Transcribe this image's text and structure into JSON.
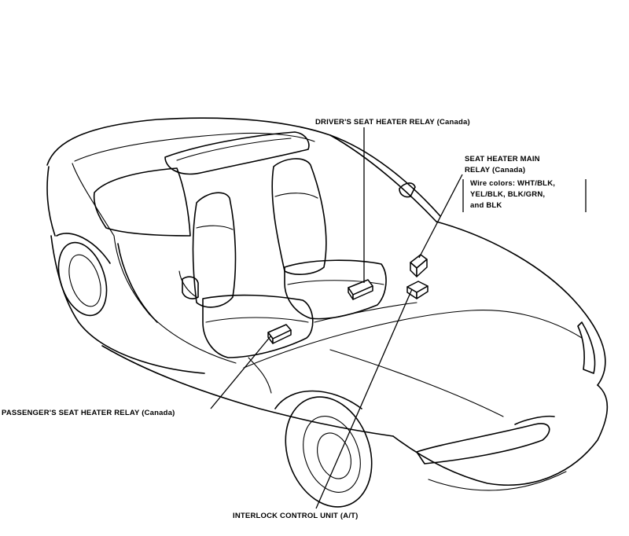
{
  "labels": {
    "drivers_relay": "DRIVER'S SEAT HEATER RELAY (Canada)",
    "main_relay_line1": "SEAT HEATER MAIN",
    "main_relay_line2": "RELAY (Canada)",
    "wire_colors_line1": "Wire colors: WHT/BLK,",
    "wire_colors_line2": "YEL/BLK, BLK/GRN,",
    "wire_colors_line3": "and BLK",
    "passengers_relay": "PASSENGER'S SEAT HEATER RELAY (Canada)",
    "interlock_unit": "INTERLOCK CONTROL UNIT (A/T)"
  },
  "colors": {
    "ink": "#000000",
    "paper": "#ffffff"
  }
}
